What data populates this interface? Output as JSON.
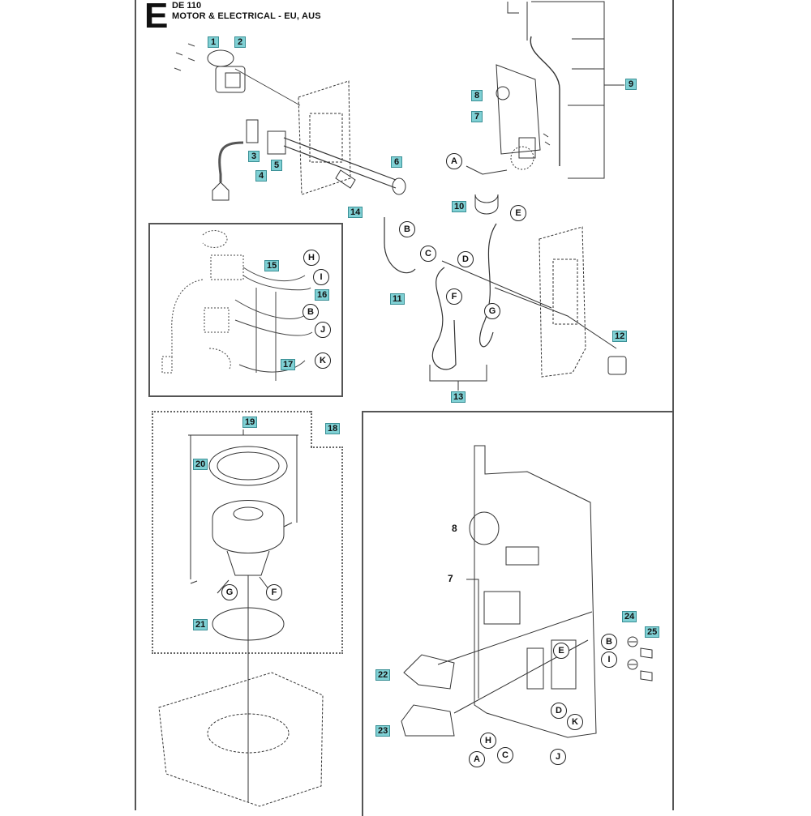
{
  "header": {
    "section_letter": "E",
    "model": "DE 110",
    "title": "MOTOR & ELECTRICAL - EU, AUS"
  },
  "part_labels": [
    {
      "id": "1",
      "text": "1"
    },
    {
      "id": "2",
      "text": "2"
    },
    {
      "id": "3",
      "text": "3"
    },
    {
      "id": "4",
      "text": "4"
    },
    {
      "id": "5",
      "text": "5"
    },
    {
      "id": "6",
      "text": "6"
    },
    {
      "id": "7",
      "text": "7"
    },
    {
      "id": "8",
      "text": "8"
    },
    {
      "id": "9",
      "text": "9"
    },
    {
      "id": "10",
      "text": "10"
    },
    {
      "id": "11",
      "text": "11"
    },
    {
      "id": "12",
      "text": "12"
    },
    {
      "id": "13",
      "text": "13"
    },
    {
      "id": "14",
      "text": "14"
    },
    {
      "id": "15",
      "text": "15"
    },
    {
      "id": "16",
      "text": "16"
    },
    {
      "id": "17",
      "text": "17"
    },
    {
      "id": "18",
      "text": "18"
    },
    {
      "id": "19",
      "text": "19"
    },
    {
      "id": "20",
      "text": "20"
    },
    {
      "id": "21",
      "text": "21"
    },
    {
      "id": "22",
      "text": "22"
    },
    {
      "id": "23",
      "text": "23"
    },
    {
      "id": "24",
      "text": "24"
    },
    {
      "id": "25",
      "text": "25"
    }
  ],
  "detail_labels": {
    "pcb_8": "8",
    "pcb_7": "7"
  },
  "connectors": {
    "A": "A",
    "B": "B",
    "C": "C",
    "D": "D",
    "E": "E",
    "F": "F",
    "G": "G",
    "H": "H",
    "I": "I",
    "J": "J",
    "K": "K"
  },
  "colors": {
    "label_fill": "#7fd0d4",
    "label_border": "#3a8f95",
    "frame": "#555555"
  }
}
